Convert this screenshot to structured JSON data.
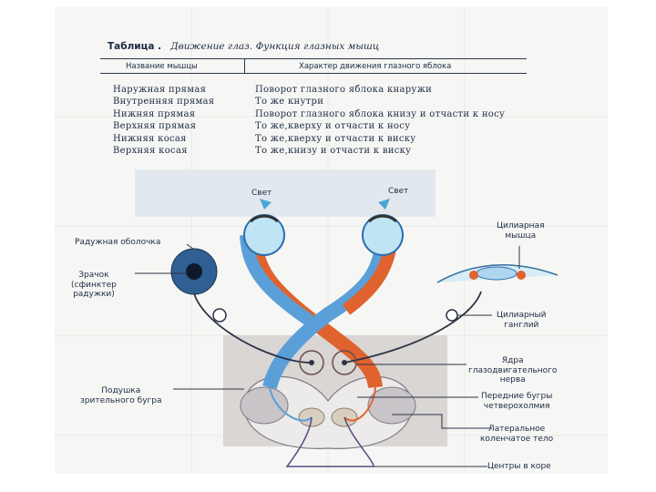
{
  "table": {
    "title": "Таблица .",
    "subtitle": "Движение глаз. Функция глазных мышц",
    "columns": [
      "Название мышцы",
      "Характер движения глазного яблока"
    ],
    "muscles": [
      "Наружная прямая",
      "Внутренняя прямая",
      "Нижняя прямая",
      "Верхняя прямая",
      "Нижняя косая",
      "Верхняя косая"
    ],
    "movements": [
      "Поворот глазного яблока кнаружи",
      "То же кнутри",
      "Поворот глазного яблока книзу и отчасти к носу",
      "То же,кверху и отчасти к носу",
      "То же,кверху и отчасти к виску",
      "То же,книзу и отчасти к виску"
    ]
  },
  "diagram": {
    "light_left": "Свет",
    "light_right": "Свет",
    "iris": "Радужная оболочка",
    "pupil": [
      "Зрачок",
      "(сфинктер",
      "радужки)"
    ],
    "pulvinar": [
      "Подушка",
      "зрительного бугра"
    ],
    "ciliary_muscle": [
      "Цилиарная",
      "мышца"
    ],
    "ciliary_ganglion": [
      "Цилиарный",
      "ганглий"
    ],
    "oculomotor_nuclei": [
      "Ядра",
      "глазодвигательного",
      "нерва"
    ],
    "colliculi": [
      "Передние бугры",
      "четверохолмия"
    ],
    "lgn": [
      "Латеральное",
      "коленчатое тело"
    ],
    "cortex": "Центры в коре"
  },
  "colors": {
    "blue_nerve": "#5b9fd8",
    "orange_nerve": "#e0622e",
    "ink": "#1e2a44",
    "panel": "#e3eaf0"
  }
}
